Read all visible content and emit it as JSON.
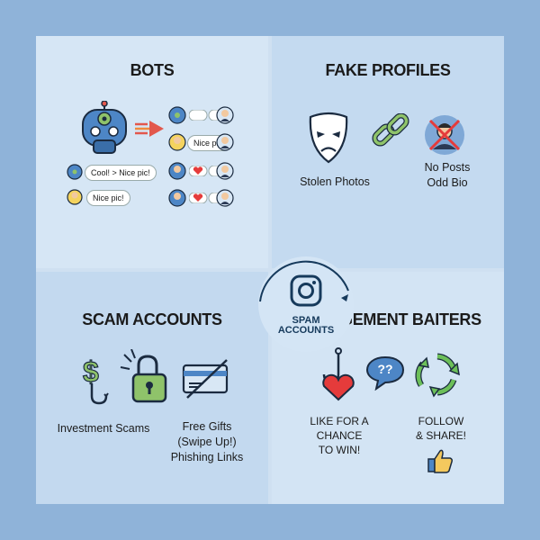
{
  "center": {
    "line1": "SPAM",
    "line2": "ACCOUNTS"
  },
  "bots": {
    "title": "BOTS",
    "bubble_main_1": "Cool! > Nice pic!",
    "bubble_main_2": "Nice pic!",
    "bubble_row_2": "Nice pic!"
  },
  "fake_profiles": {
    "title": "FAKE PROFILES",
    "caption_1": "Stolen Photos",
    "caption_2_line1": "No Posts",
    "caption_2_line2": "Odd Bio"
  },
  "scam_accounts": {
    "title": "SCAM ACCOUNTS",
    "caption_1": "Investment Scams",
    "caption_2_line1": "Free Gifts",
    "caption_2_line2": "(Swipe Up!)",
    "caption_2_line3": "Phishing Links"
  },
  "engagement_baiters": {
    "title": "ENGAGEMENT BAITERS",
    "bait_bubble": "??",
    "caption_1_line1": "LIKE FOR A",
    "caption_1_line2": "CHANCE",
    "caption_1_line3": "TO WIN!",
    "caption_2_line1": "FOLLOW",
    "caption_2_line2": "& SHARE!"
  },
  "colors": {
    "background": "#8fb3d9",
    "robot_blue": "#4d86c6",
    "heart_red": "#e53b3b",
    "lock_green": "#8fc36a",
    "arrow_green": "#6cbf59",
    "accent_navy": "#163a5c"
  }
}
